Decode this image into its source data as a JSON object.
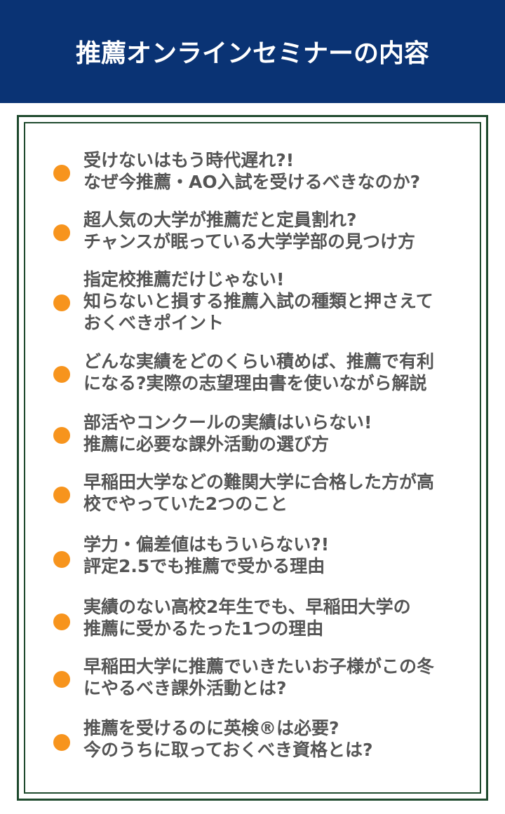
{
  "header": {
    "title": "推薦オンラインセミナーの内容"
  },
  "colors": {
    "header_bg": "#0a3374",
    "frame": "#1f4a2e",
    "bullet": "#f7941d",
    "text": "#555555"
  },
  "topics": [
    {
      "text": "受けないはもう時代遅れ?!\nなぜ今推薦・AO入試を受けるべきなのか?"
    },
    {
      "text": "超人気の大学が推薦だと定員割れ?\nチャンスが眠っている大学学部の見つけ方"
    },
    {
      "text": "指定校推薦だけじゃない!\n知らないと損する推薦入試の種類と押さえて\nおくべきポイント"
    },
    {
      "text": "どんな実績をどのくらい積めば、推薦で有利\nになる?実際の志望理由書を使いながら解説"
    },
    {
      "text": "部活やコンクールの実績はいらない!\n推薦に必要な課外活動の選び方"
    },
    {
      "text": "早稲田大学などの難関大学に合格した方が高\n校でやっていた2つのこと"
    },
    {
      "text": "学力・偏差値はもういらない?!\n評定2.5でも推薦で受かる理由"
    },
    {
      "text": "実績のない高校2年生でも、早稲田大学の\n推薦に受かるたった1つの理由"
    },
    {
      "text": "早稲田大学に推薦でいきたいお子様がこの冬\nにやるべき課外活動とは?"
    },
    {
      "text": "推薦を受けるのに英検®は必要?\n今のうちに取っておくべき資格とは?"
    }
  ]
}
